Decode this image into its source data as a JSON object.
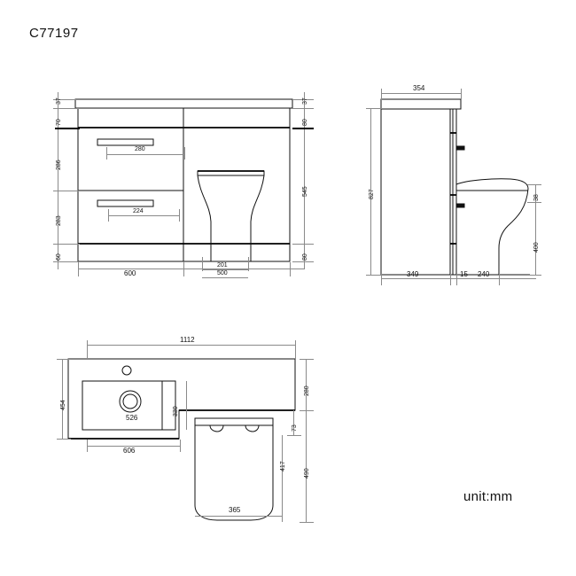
{
  "drawing": {
    "title": "C77197",
    "unit_note": "unit:mm",
    "line_color": "#111111",
    "background": "#ffffff"
  },
  "views": {
    "front": {
      "name": "front-elevation",
      "left_dims": [
        "37",
        "70",
        "286",
        "283",
        "60"
      ],
      "right_dims": [
        "37",
        "80",
        "545",
        "80"
      ],
      "bottom_dims": [
        "600",
        "201",
        "500"
      ],
      "handle_labels": [
        "280",
        "224"
      ]
    },
    "side": {
      "name": "side-elevation",
      "top_dim": "354",
      "left_dim": "827",
      "right_dims": [
        "38",
        "400"
      ],
      "bottom_dims": [
        "349",
        "15",
        "240"
      ]
    },
    "plan": {
      "name": "plan-view",
      "top_dim": "1112",
      "left_dim": "454",
      "basin_inner_dim": "330",
      "basin_label": "526",
      "bottom_dim": "606",
      "right_dims": [
        "280",
        "73",
        "490"
      ],
      "toilet_depth_dim": "417",
      "toilet_width_dim": "365"
    }
  }
}
